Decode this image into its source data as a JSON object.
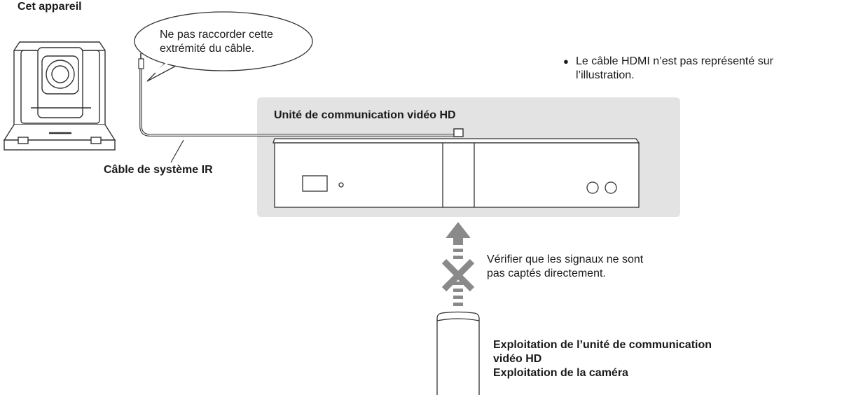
{
  "device_label": "Cet appareil",
  "callout": {
    "line1": "Ne pas raccorder cette",
    "line2": "extrémité du câble."
  },
  "note": {
    "bullet": "●",
    "line1": "Le câble HDMI n’est pas représenté sur",
    "line2": "l’illustration."
  },
  "unit_label": "Unité de communication vidéo HD",
  "cable_label": "Câble de système IR",
  "warning": {
    "line1": "Vérifier que les signaux ne sont",
    "line2": "pas captés directement."
  },
  "remote_ops": {
    "line1": "Exploitation de l’unité de communication",
    "line2": "vidéo HD",
    "line3": "Exploitation de la caméra"
  },
  "colors": {
    "panel_bg": "#e3e3e3",
    "line": "#333333",
    "arrow": "#8a8a8a",
    "cross": "#8a8a8a"
  },
  "icons": [
    "camera-icon",
    "remote-control-icon",
    "cross-icon",
    "up-arrow-icon"
  ]
}
